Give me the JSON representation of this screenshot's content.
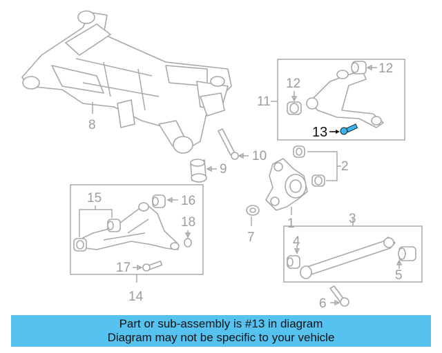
{
  "diagram": {
    "labels": {
      "p1": "1",
      "p2": "2",
      "p3": "3",
      "p4": "4",
      "p5": "5",
      "p6": "6",
      "p7": "7",
      "p8": "8",
      "p9": "9",
      "p10": "10",
      "p11": "11",
      "p12a": "12",
      "p12b": "12",
      "p13": "13",
      "p14": "14",
      "p15": "15",
      "p16": "16",
      "p17": "17",
      "p18": "18"
    },
    "highlight_part": "13",
    "colors": {
      "line_gray": "#a8a8a8",
      "label_gray": "#9c9c9c",
      "highlight_part": "#35b6ee",
      "banner_bg": "#56c2f0"
    }
  },
  "banner": {
    "line1": "Part or sub-assembly is #13 in diagram",
    "line2": "Diagram may not be specific to your vehicle"
  }
}
